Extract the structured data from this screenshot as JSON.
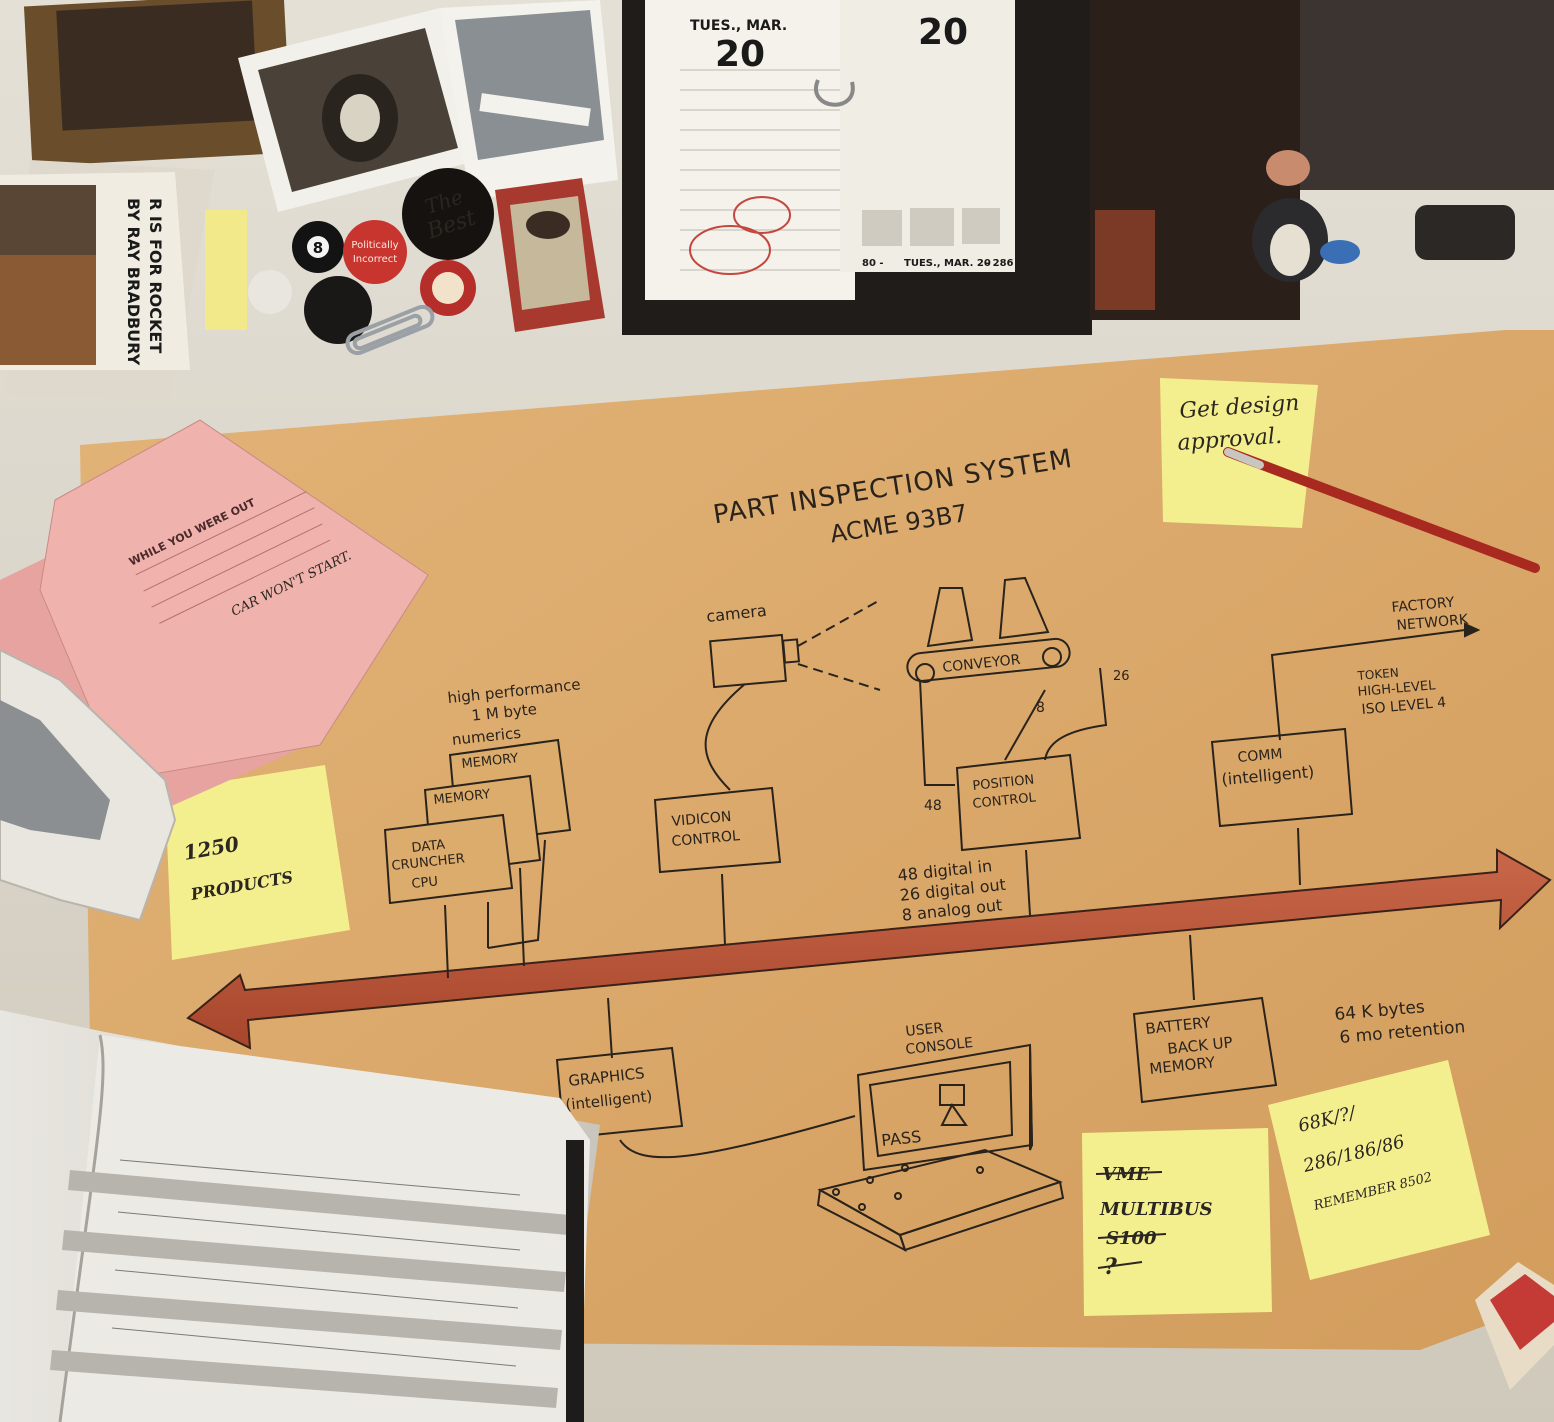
{
  "desk": {
    "calendar": {
      "left_header": "TUES., MAR.",
      "left_day": "20",
      "right_day": "20",
      "footer_left": "80 -",
      "footer_mid": "TUES., MAR. 20",
      "footer_right": "- 286"
    },
    "book": {
      "line1": "R IS FOR ROCKET",
      "line2": "BY RAY BRADBURY"
    },
    "buttons": {
      "best_line1": "The",
      "best_line2": "Best",
      "politically_line1": "Politically",
      "politically_line2": "Incorrect",
      "eight_ball": "8"
    },
    "phone_message": {
      "heading": "WHILE YOU WERE OUT",
      "note": "CAR WON'T START."
    }
  },
  "diagram": {
    "title_line1": "PART INSPECTION SYSTEM",
    "title_line2": "ACME 93B7",
    "camera": "camera",
    "conveyor": "CONVEYOR",
    "factory_line1": "FACTORY",
    "factory_line2": "NETWORK",
    "token_line1": "TOKEN",
    "token_line2": "HIGH-LEVEL",
    "token_line3": "ISO LEVEL 4",
    "high_perf_line1": "high performance",
    "high_perf_line2": "1 M byte",
    "high_perf_line3": "numerics",
    "memory_back": "MEMORY",
    "memory_front": "MEMORY",
    "cpu_line1": "DATA",
    "cpu_line2": "CRUNCHER",
    "cpu_line3": "CPU",
    "vidicon_line1": "VIDICON",
    "vidicon_line2": "CONTROL",
    "position_line1": "POSITION",
    "position_line2": "CONTROL",
    "comm_line1": "COMM",
    "comm_line2": "(intelligent)",
    "label_48": "48",
    "label_26": "26",
    "label_8": "8",
    "io_line1": "48 digital in",
    "io_line2": "26 digital out",
    "io_line3": "8 analog out",
    "graphics_line1": "GRAPHICS",
    "graphics_line2": "(intelligent)",
    "console_line1": "USER",
    "console_line2": "CONSOLE",
    "pass": "PASS",
    "battery_line1": "BATTERY",
    "battery_line2": "BACK UP",
    "battery_line3": "MEMORY",
    "mem_line1": "64 K bytes",
    "mem_line2": "6 mo retention"
  },
  "sticky_notes": {
    "approval_line1": "Get design",
    "approval_line2": "approval.",
    "products_line1": "1250",
    "products_line2": "PRODUCTS",
    "bus_line1": "VME",
    "bus_line2": "MULTIBUS",
    "bus_line3": "S100",
    "bus_line4": "?",
    "chips_line1": "68K/?/",
    "chips_line2": "286/186/86",
    "chips_line3": "REMEMBER 8502"
  },
  "colors": {
    "paper": "#dba968",
    "bus": "#bf5a3c",
    "sticky": "#f3ef8c",
    "pink_form": "#ebaaa4"
  }
}
